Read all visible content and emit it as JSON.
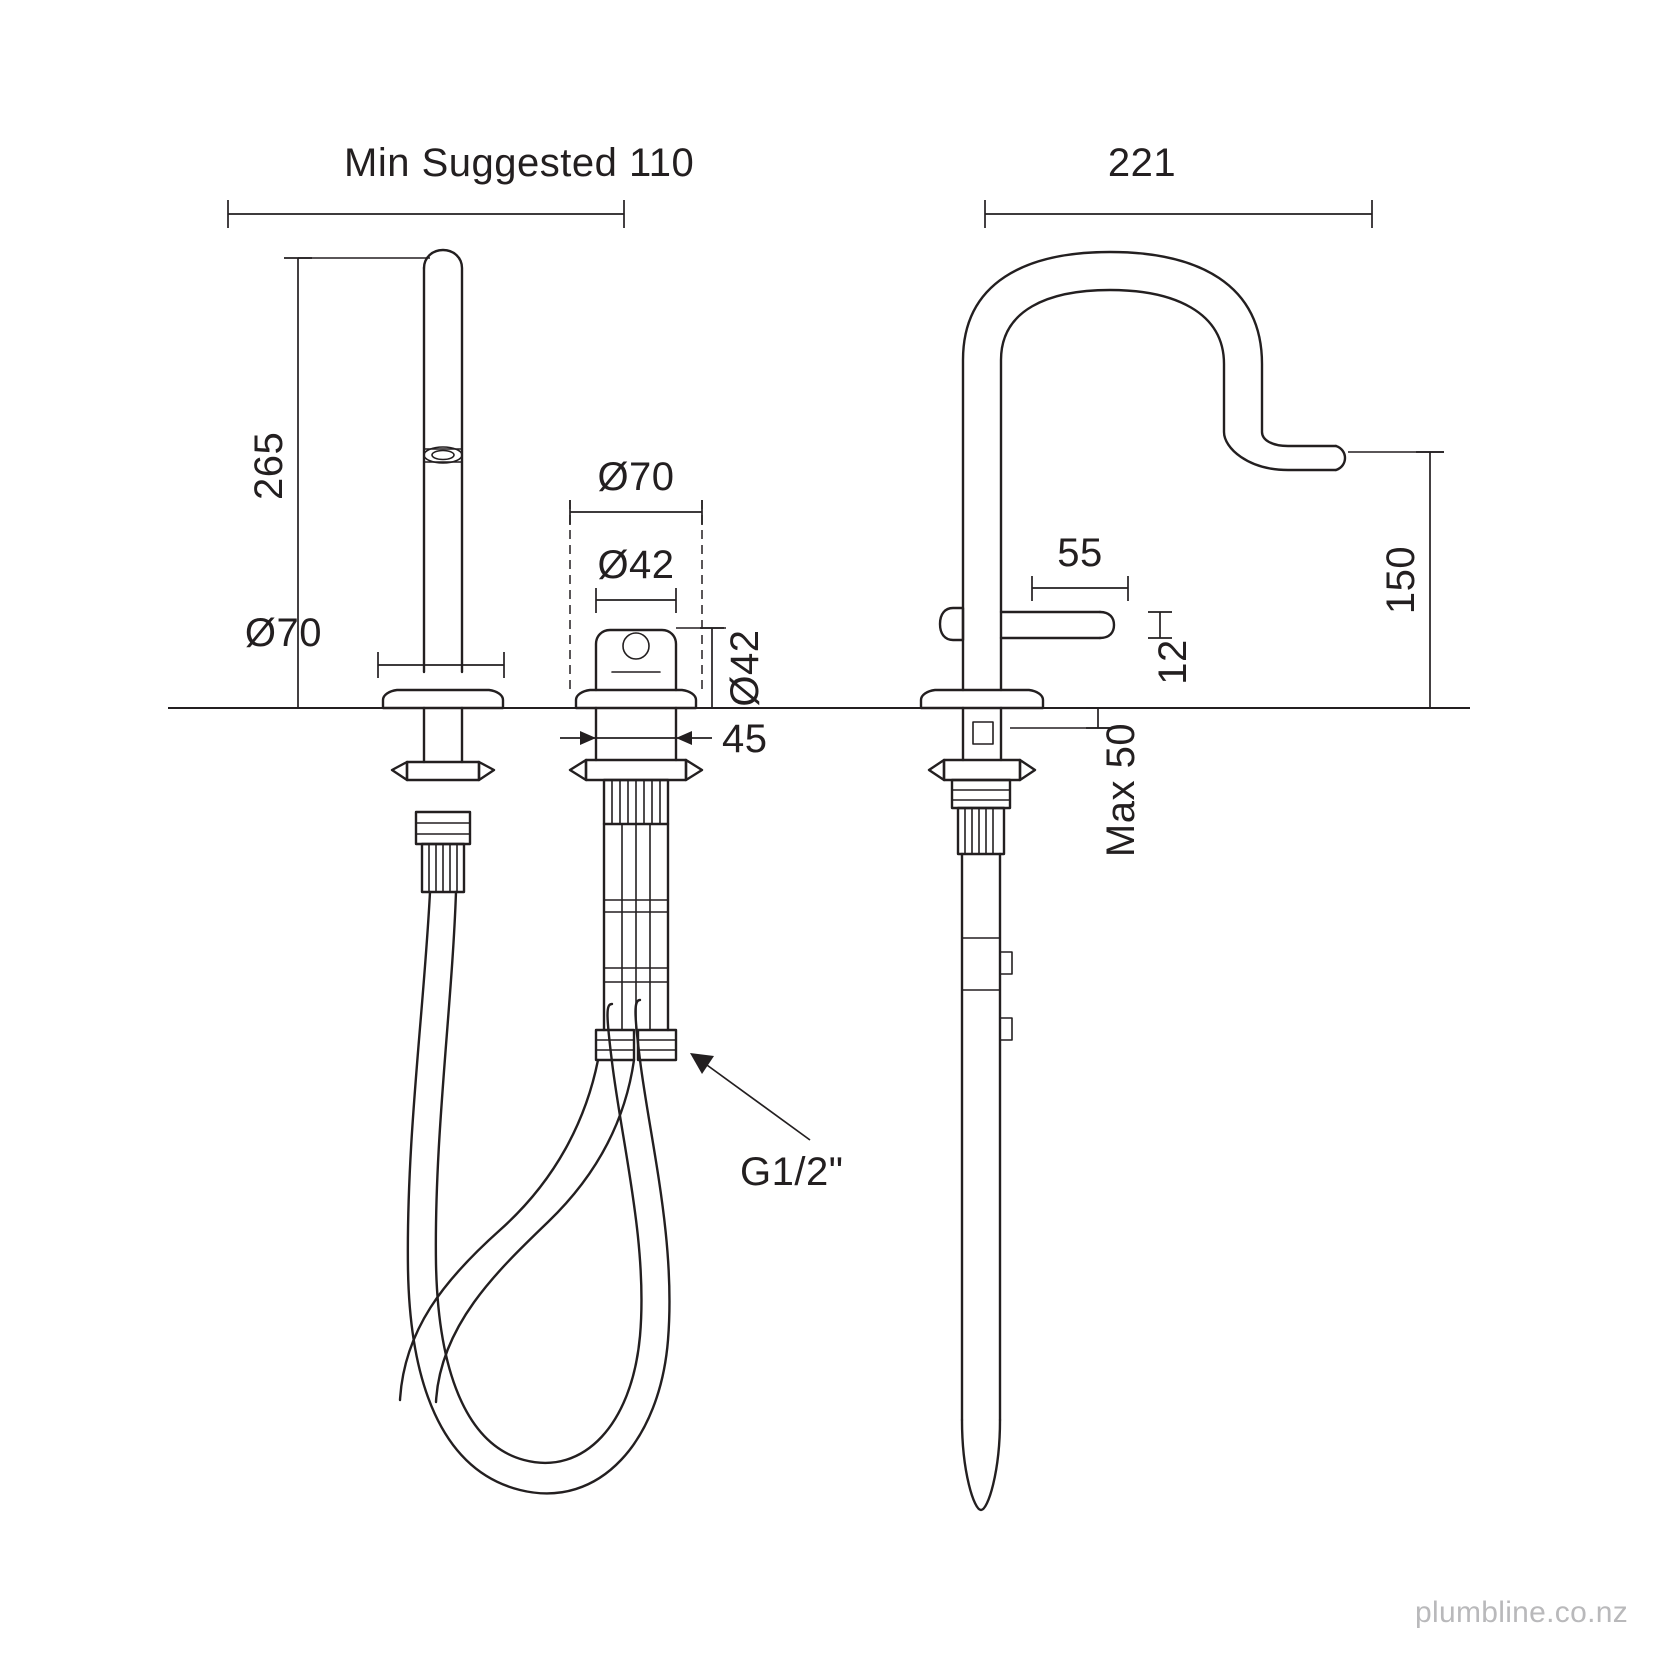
{
  "drawing": {
    "title": "Tapware technical dimension drawing",
    "units": "mm",
    "line_color": "#231f20",
    "background": "#ffffff",
    "watermark": "plumbline.co.nz"
  },
  "dimensions": {
    "min_suggested_spacing": "Min Suggested 110",
    "spout_height": "265",
    "spout_base_diameter_left": "Ø70",
    "mixer_flange_diameter": "Ø70",
    "mixer_body_diameter": "Ø42",
    "mixer_shank_diameter": "Ø42",
    "mixer_body_height": "45",
    "spout_reach": "221",
    "spout_outlet_height": "150",
    "handle_length": "55",
    "handle_thickness": "12",
    "max_bench_thickness": "Max 50",
    "inlet_thread": "G1/2\""
  },
  "labels": [
    {
      "id": "min-suggested-110",
      "text": "Min Suggested 110"
    },
    {
      "id": "height-265",
      "text": "265"
    },
    {
      "id": "dia-70-left",
      "text": "Ø70"
    },
    {
      "id": "dia-70-mixer",
      "text": "Ø70"
    },
    {
      "id": "dia-42-mixer",
      "text": "Ø42"
    },
    {
      "id": "dia-42-shank",
      "text": "Ø42"
    },
    {
      "id": "height-45",
      "text": "45"
    },
    {
      "id": "reach-221",
      "text": "221"
    },
    {
      "id": "height-150",
      "text": "150"
    },
    {
      "id": "handle-55",
      "text": "55"
    },
    {
      "id": "handle-12",
      "text": "12"
    },
    {
      "id": "max-50",
      "text": "Max 50"
    },
    {
      "id": "thread-g12",
      "text": "G1/2\""
    }
  ],
  "footer": {
    "watermark": "plumbline.co.nz"
  }
}
